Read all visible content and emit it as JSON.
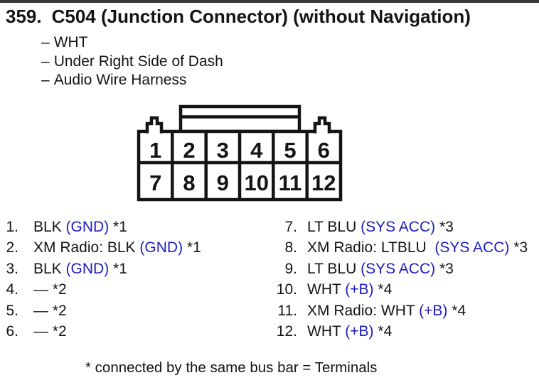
{
  "colors": {
    "ink": "#141414",
    "signal_blue": "#1c1cc0",
    "page_background": "#ffffff",
    "scan_bar": "#3a3a3a"
  },
  "header": {
    "index": "359.",
    "title": "C504 (Junction Connector) (without Navigation)",
    "dash": "–",
    "details": [
      "WHT",
      "Under Right Side of Dash",
      "Audio Wire Harness"
    ]
  },
  "connector": {
    "pins": [
      "1",
      "2",
      "3",
      "4",
      "5",
      "6",
      "7",
      "8",
      "9",
      "10",
      "11",
      "12"
    ]
  },
  "pin_list": {
    "left": [
      {
        "num": "1.",
        "wire": "BLK",
        "signal": "(GND)",
        "note": "*1"
      },
      {
        "num": "2.",
        "wire": "XM Radio: BLK",
        "signal": "(GND)",
        "note": "*1"
      },
      {
        "num": "3.",
        "wire": "BLK",
        "signal": "(GND)",
        "note": "*1"
      },
      {
        "num": "4.",
        "wire": "—",
        "signal": "",
        "note": "*2"
      },
      {
        "num": "5.",
        "wire": "—",
        "signal": "",
        "note": "*2"
      },
      {
        "num": "6.",
        "wire": "—",
        "signal": "",
        "note": "*2"
      }
    ],
    "right": [
      {
        "num": "7.",
        "wire": "LT BLU",
        "signal": "(SYS ACC)",
        "note": "*3"
      },
      {
        "num": "8.",
        "wire": "XM Radio: LTBLU ",
        "signal": "(SYS ACC)",
        "note": "*3"
      },
      {
        "num": "9.",
        "wire": "LT BLU",
        "signal": "(SYS ACC)",
        "note": "*3"
      },
      {
        "num": "10.",
        "wire": "WHT",
        "signal": "(+B)",
        "note": "*4"
      },
      {
        "num": "11.",
        "wire": "XM Radio: WHT",
        "signal": "(+B)",
        "note": "*4"
      },
      {
        "num": "12.",
        "wire": "WHT",
        "signal": "(+B)",
        "note": "*4"
      }
    ]
  },
  "footnote": "* connected by the same bus bar = Terminals"
}
